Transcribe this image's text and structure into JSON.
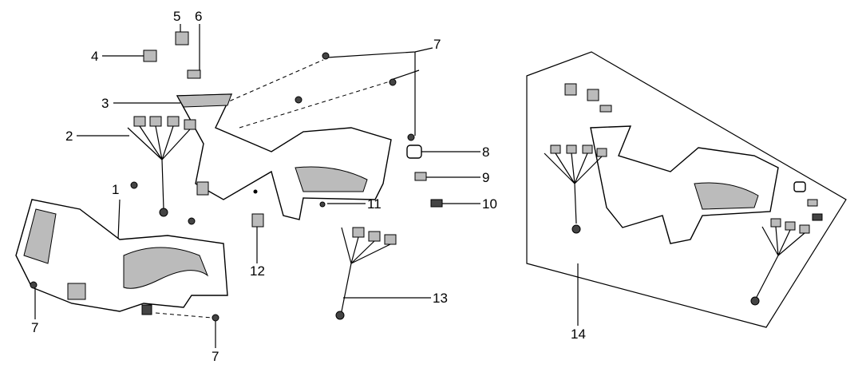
{
  "callouts": {
    "c1": "1",
    "c2": "2",
    "c3": "3",
    "c4": "4",
    "c5": "5",
    "c6": "6",
    "c7_top": "7",
    "c7_left": "7",
    "c7_bottom": "7",
    "c8": "8",
    "c9": "9",
    "c10": "10",
    "c11": "11",
    "c12": "12",
    "c13": "13",
    "c14": "14"
  }
}
